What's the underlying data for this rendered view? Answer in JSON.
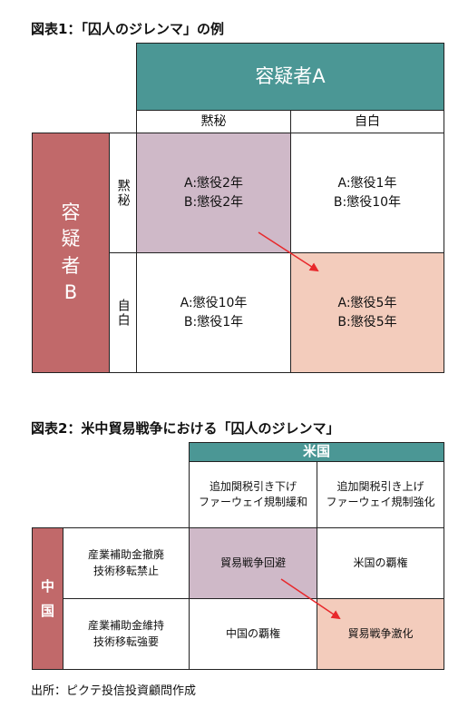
{
  "figure1": {
    "title": "図表1：「囚人のジレンマ」の例",
    "col_group": "容疑者A",
    "col_headers": [
      "黙秘",
      "自白"
    ],
    "row_group": "容疑者B",
    "row_headers": [
      "黙秘",
      "自白"
    ],
    "cells": [
      [
        "A:懲役2年\nB:懲役2年",
        "A:懲役1年\nB:懲役10年"
      ],
      [
        "A:懲役10年\nB:懲役1年",
        "A:懲役5年\nB:懲役5年"
      ]
    ]
  },
  "figure2": {
    "title": "図表2：米中貿易戦争における「囚人のジレンマ」",
    "col_group": "米国",
    "col_headers": [
      "追加関税引き下げ\nファーウェイ規制緩和",
      "追加関税引き上げ\nファーウェイ規制強化"
    ],
    "row_group": "中国",
    "row_headers": [
      "産業補助金撤廃\n技術移転禁止",
      "産業補助金維持\n技術移転強要"
    ],
    "cells": [
      [
        "貿易戦争回避",
        "米国の覇権"
      ],
      [
        "中国の覇権",
        "貿易戦争激化"
      ]
    ]
  },
  "source": "出所：ピクテ投信投資顧問作成",
  "colors": {
    "teal_header": "#4b9795",
    "rose_header": "#c1696a",
    "cooperate_cell": "#cfb9c8",
    "defect_cell": "#f3ccbc",
    "arrow": "#e8282b"
  }
}
